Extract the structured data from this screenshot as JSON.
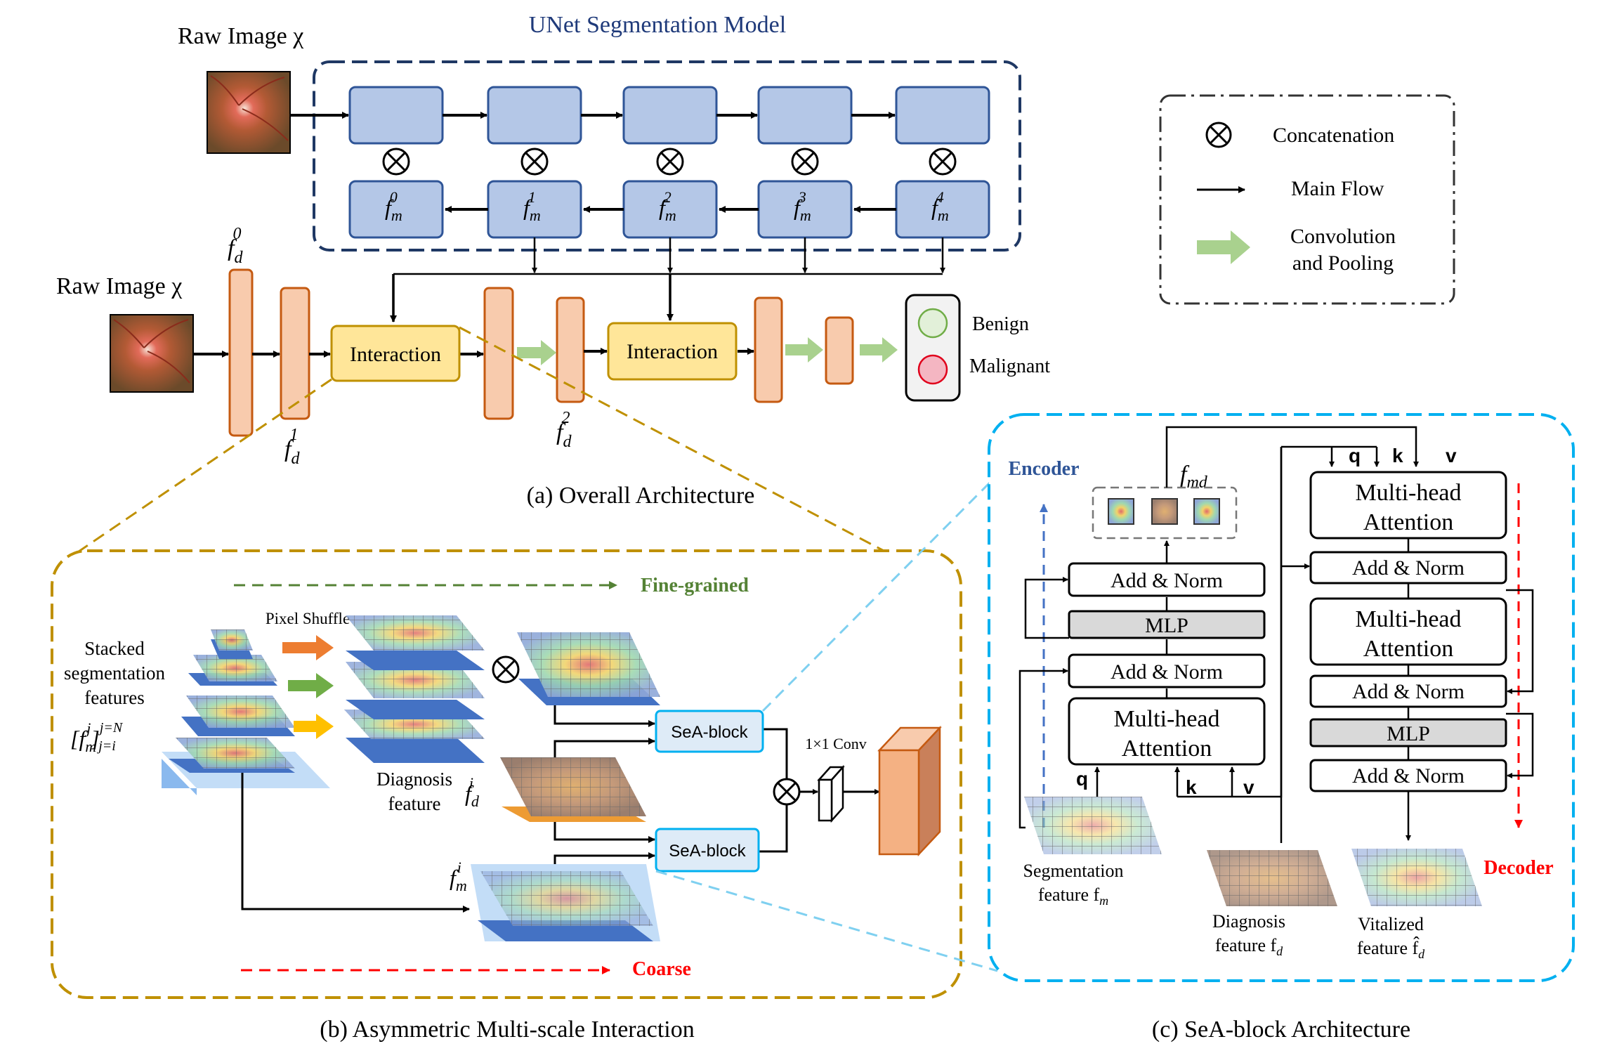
{
  "panel_a": {
    "unet_title": "UNet Segmentation Model",
    "raw_image_label": "Raw Image χ",
    "raw_image_label_2": "Raw Image χ",
    "seg_features": [
      {
        "base": "f",
        "sub": "m",
        "sup": "0"
      },
      {
        "base": "f",
        "sub": "m",
        "sup": "1"
      },
      {
        "base": "f",
        "sub": "m",
        "sup": "2"
      },
      {
        "base": "f",
        "sub": "m",
        "sup": "3"
      },
      {
        "base": "f",
        "sub": "m",
        "sup": "4"
      }
    ],
    "diag_feature_0": {
      "base": "f",
      "sub": "d",
      "sup": "0"
    },
    "diag_feature_1": {
      "base": "f",
      "sub": "d",
      "sup": "1"
    },
    "diag_feature_2": {
      "base": "f",
      "sub": "d",
      "sup": "2"
    },
    "interaction_label_1": "Interaction",
    "interaction_label_2": "Interaction",
    "benign_label": "Benign",
    "malignant_label": "Malignant",
    "caption": "(a) Overall Architecture"
  },
  "legend": {
    "concat_label": "Concatenation",
    "main_flow_label": "Main Flow",
    "conv_pool_line1": "Convolution",
    "conv_pool_line2": "and Pooling"
  },
  "panel_b": {
    "fine_grained_label": "Fine-grained",
    "coarse_label": "Coarse",
    "pixel_shuffle_label": "Pixel Shuffle",
    "stacked_line1": "Stacked",
    "stacked_line2": "segmentation",
    "stacked_line3": "features",
    "stacked_formula": "[f",
    "stacked_sub": "m",
    "stacked_sup": "j",
    "stacked_range_top": "j=N",
    "stacked_range_bot": "j=i",
    "diag_line1": "Diagnosis",
    "diag_line2": "feature",
    "diag_sym": {
      "base": "f",
      "sub": "d",
      "sup": "i"
    },
    "seg_sym": {
      "base": "f",
      "sub": "m",
      "sup": "i"
    },
    "sea_block_1": "SeA-block",
    "sea_block_2": "SeA-block",
    "conv_label": "1×1 Conv",
    "caption": "(b) Asymmetric Multi-scale Interaction"
  },
  "panel_c": {
    "encoder_label": "Encoder",
    "decoder_label": "Decoder",
    "fmd_label": {
      "base": "f",
      "sub": "md"
    },
    "enc_add_norm_top": "Add & Norm",
    "enc_mlp": "MLP",
    "enc_add_norm_bot": "Add & Norm",
    "enc_mha_line1": "Multi-head",
    "enc_mha_line2": "Attention",
    "dec_mha1_line1": "Multi-head",
    "dec_mha1_line2": "Attention",
    "dec_add_norm_1": "Add & Norm",
    "dec_mha2_line1": "Multi-head",
    "dec_mha2_line2": "Attention",
    "dec_add_norm_2": "Add & Norm",
    "dec_mlp": "MLP",
    "dec_add_norm_3": "Add & Norm",
    "q_label": "q",
    "k_label": "k",
    "v_label": "v",
    "q_label_2": "q",
    "k_label_2": "k",
    "v_label_2": "v",
    "seg_feature_line1": "Segmentation",
    "seg_feature_line2": "feature f",
    "seg_feature_sub": "m",
    "diag_feature_line1": "Diagnosis",
    "diag_feature_line2": "feature f",
    "diag_feature_sub": "d",
    "vital_feature_line1": "Vitalized",
    "vital_feature_line2": "feature f̂",
    "vital_feature_sub": "d",
    "caption": "(c) SeA-block Architecture"
  },
  "colors": {
    "unet_block": "#b4c7e7",
    "unet_border": "#2f5597",
    "diag_block": "#f8cbad",
    "diag_border": "#c55a11",
    "interaction_fill": "#ffe699",
    "interaction_border": "#bf9000",
    "green_arrow": "#a9d18e",
    "sea_block_fill": "#deebf7",
    "sea_block_border": "#00b0f0",
    "encoder_blue": "#2f5597",
    "decoder_red": "#ff0000",
    "fine_green": "#548235",
    "coarse_red": "#ff0000",
    "panel_b_border": "#bf9000",
    "panel_c_border": "#00b0f0"
  }
}
